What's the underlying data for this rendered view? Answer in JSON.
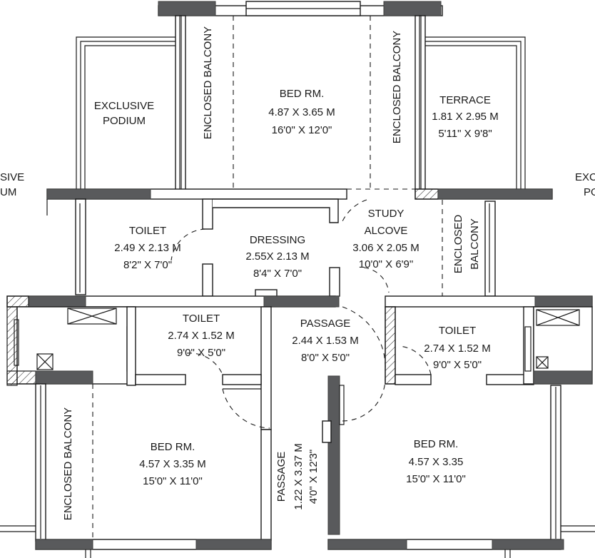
{
  "rooms": {
    "exclusive_podium_left": [
      "EXCLUSIVE",
      "PODIUM"
    ],
    "exclusive_podium_edge_left": [
      "SIVE",
      "UM"
    ],
    "exclusive_podium_edge_right": [
      "EXC",
      "PO"
    ],
    "enclosed_balcony_top_left": "ENCLOSED BALCONY",
    "bed_top": [
      "BED RM.",
      "4.87 X 3.65 M",
      "16'0\" X 12'0\""
    ],
    "enclosed_balcony_top_right": "ENCLOSED BALCONY",
    "terrace": [
      "TERRACE",
      "1.81 X 2.95 M",
      "5'11\" X 9'8\""
    ],
    "toilet_left": [
      "TOILET",
      "2.49 X 2.13 M",
      "8'2\" X 7'0\""
    ],
    "dressing": [
      "DRESSING",
      "2.55X 2.13 M",
      "8'4\" X 7'0\""
    ],
    "study_alcove": [
      "STUDY",
      "ALCOVE",
      "3.06 X 2.05 M",
      "10'0\" X 6'9\""
    ],
    "enclosed_balcony_right": [
      "ENCLOSED",
      "BALCONY"
    ],
    "toilet_center": [
      "TOILET",
      "2.74 X 1.52 M",
      "9'0\" X 5'0\""
    ],
    "passage_center": [
      "PASSAGE",
      "2.44 X 1.53 M",
      "8'0\" X 5'0\""
    ],
    "toilet_right": [
      "TOILET",
      "2.74 X 1.52 M",
      "9'0\" X 5'0\""
    ],
    "enclosed_balcony_bottom_left": "ENCLOSED BALCONY",
    "bed_bottom_left": [
      "BED RM.",
      "4.57 X 3.35 M",
      "15'0\" X 11'0\""
    ],
    "passage_vertical": [
      "PASSAGE",
      "1.22 X 3.37 M",
      "4'0\" X 12'3\""
    ],
    "bed_bottom_right": [
      "BED RM.",
      "4.57 X 3.35",
      "15'0\" X 11'0\""
    ]
  },
  "colors": {
    "wall_dark": "#595a5c",
    "line": "#1a1a1a",
    "background": "#ffffff"
  }
}
